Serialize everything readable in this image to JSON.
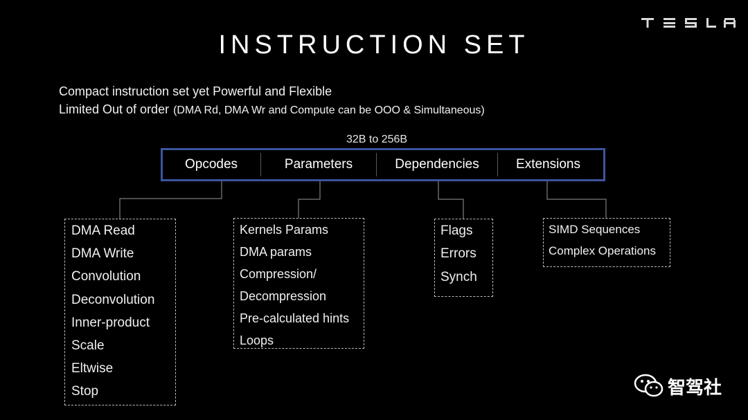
{
  "brand": {
    "logo_text": "TESLA"
  },
  "title": "INSTRUCTION SET",
  "subtitle": {
    "line1": "Compact instruction set yet Powerful and Flexible",
    "line2": "Limited Out of order",
    "line2_paren": "(DMA Rd, DMA Wr and Compute can be OOO & Simultaneous)"
  },
  "instruction": {
    "size_label": "32B  to 256B",
    "fields": [
      "Opcodes",
      "Parameters",
      "Dependencies",
      "Extensions"
    ]
  },
  "groups": {
    "opcodes": [
      "DMA Read",
      "DMA Write",
      "Convolution",
      "Deconvolution",
      "Inner-product",
      "Scale",
      "Eltwise",
      "Stop"
    ],
    "parameters": [
      "Kernels Params",
      "DMA params",
      "Compression/",
      "Decompression",
      "Pre-calculated hints",
      "Loops"
    ],
    "dependencies": [
      "Flags",
      "Errors",
      "Synch"
    ],
    "extensions": [
      "SIMD Sequences",
      "Complex Operations"
    ]
  },
  "watermark": {
    "text": "智驾社",
    "icon": "wechat-icon"
  },
  "colors": {
    "background": "#000000",
    "box_border": "#3d55a0",
    "text": "#ffffff"
  }
}
